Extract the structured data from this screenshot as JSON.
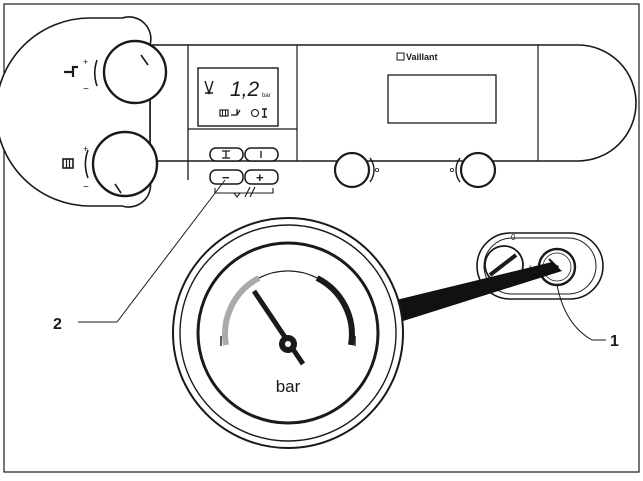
{
  "diagram": {
    "brand_label": "Vaillant",
    "display": {
      "value_text": "1,2",
      "unit_text": "bar"
    },
    "gauge": {
      "unit_label": "bar"
    },
    "callouts": {
      "label_1": "1",
      "label_2": "2"
    },
    "switch_labels": {
      "off": "0",
      "on": "I"
    },
    "button_labels": {
      "minus": "−",
      "plus": "+"
    },
    "icons": [
      "tap-icon",
      "radiator-icon",
      "flame-icon",
      "info-icon",
      "wrench-icon",
      "clock-icon"
    ]
  }
}
